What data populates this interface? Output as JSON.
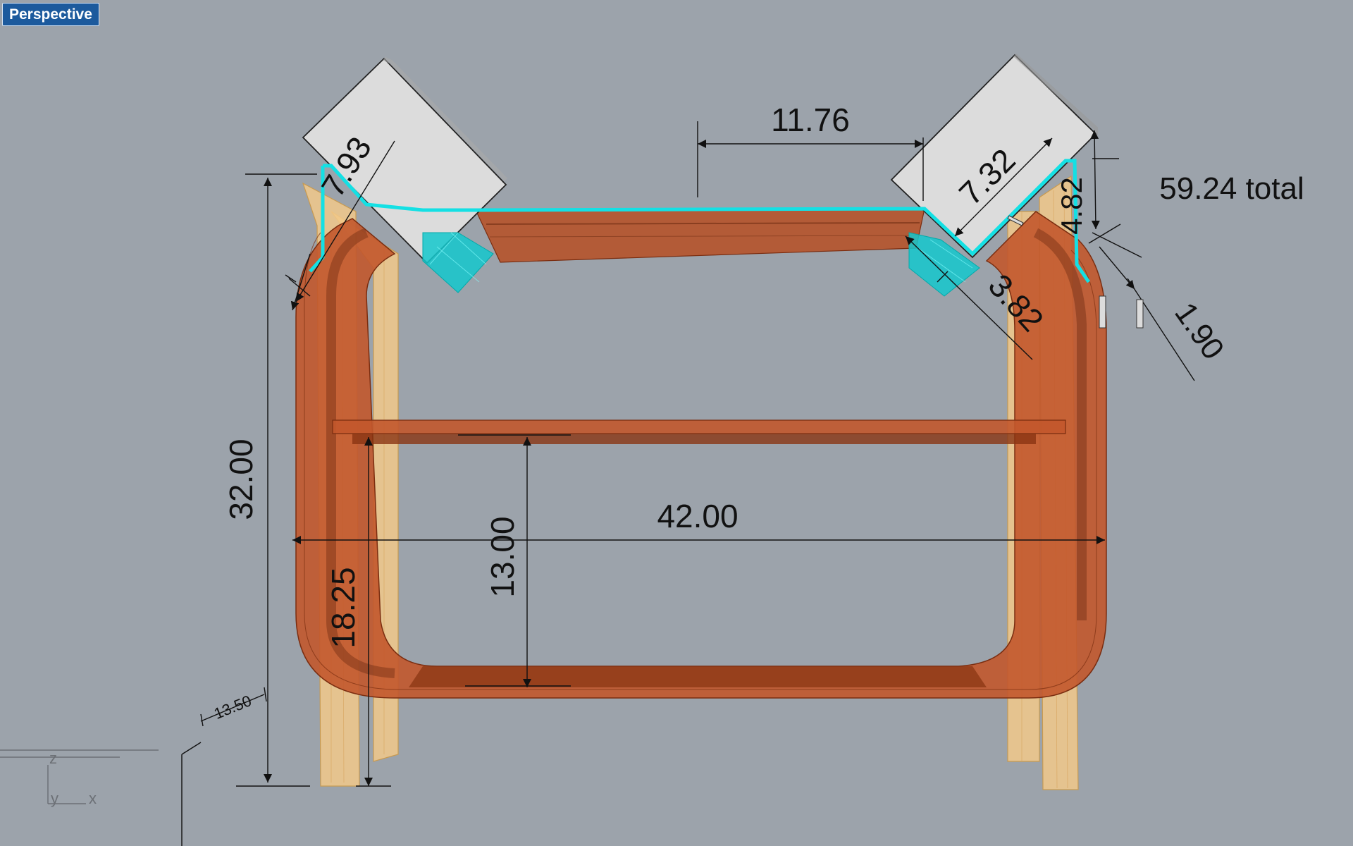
{
  "viewport": {
    "title": "Perspective",
    "background": "#9ca3ab"
  },
  "colors": {
    "frame_orange": "#c2582c",
    "frame_orange_dark": "#6e2c12",
    "leg_yellow": "#f2c98a",
    "selection_cyan": "#14e0e4",
    "box_gray": "#dcdcdc",
    "dimension_ink": "#111111"
  },
  "dimensions": {
    "width_total": "42.00",
    "height_total": "32.00",
    "shelf_height": "13.00",
    "leg_height": "18.25",
    "top_span": "11.76",
    "box_left": "7.93",
    "box_right": "7.32",
    "side_left": "4.82",
    "inner_offset": "3.82",
    "small_gap": "1.90",
    "base_offset": "13.50",
    "total_note": "59.24 total"
  },
  "axes": {
    "z": "z",
    "y": "y",
    "x": "x"
  }
}
